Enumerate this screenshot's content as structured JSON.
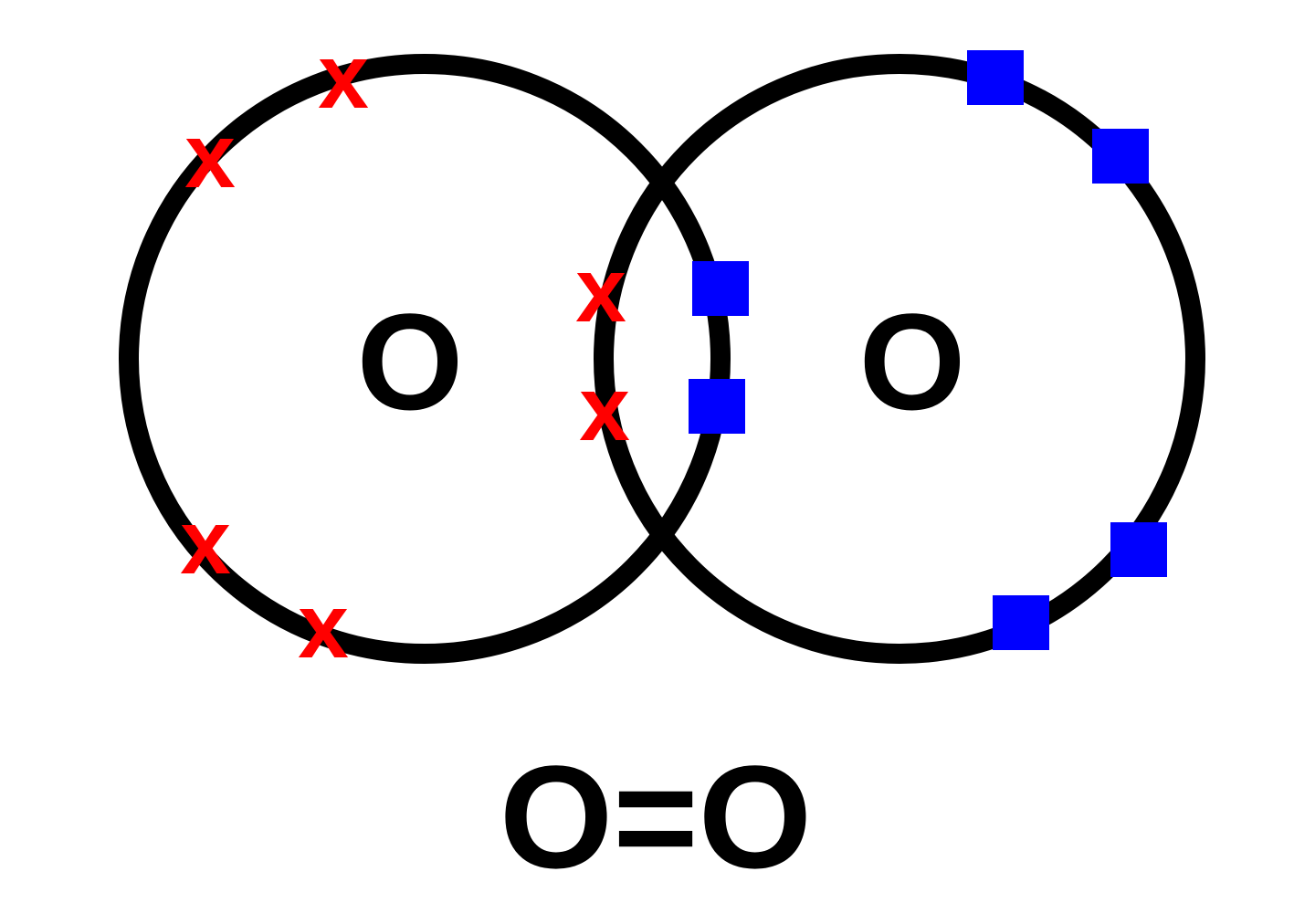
{
  "diagram": {
    "atoms": [
      {
        "label": "O",
        "electron_symbol": "x",
        "electron_count": 6
      },
      {
        "label": "O",
        "electron_symbol": "square",
        "electron_count": 6
      }
    ],
    "shared_electron_pairs": 2,
    "formula": "O=O",
    "colors": {
      "shell": "#000000",
      "atom_label": "#000000",
      "left_atom_electrons": "#ff0000",
      "right_atom_electrons": "#0000ff"
    }
  }
}
